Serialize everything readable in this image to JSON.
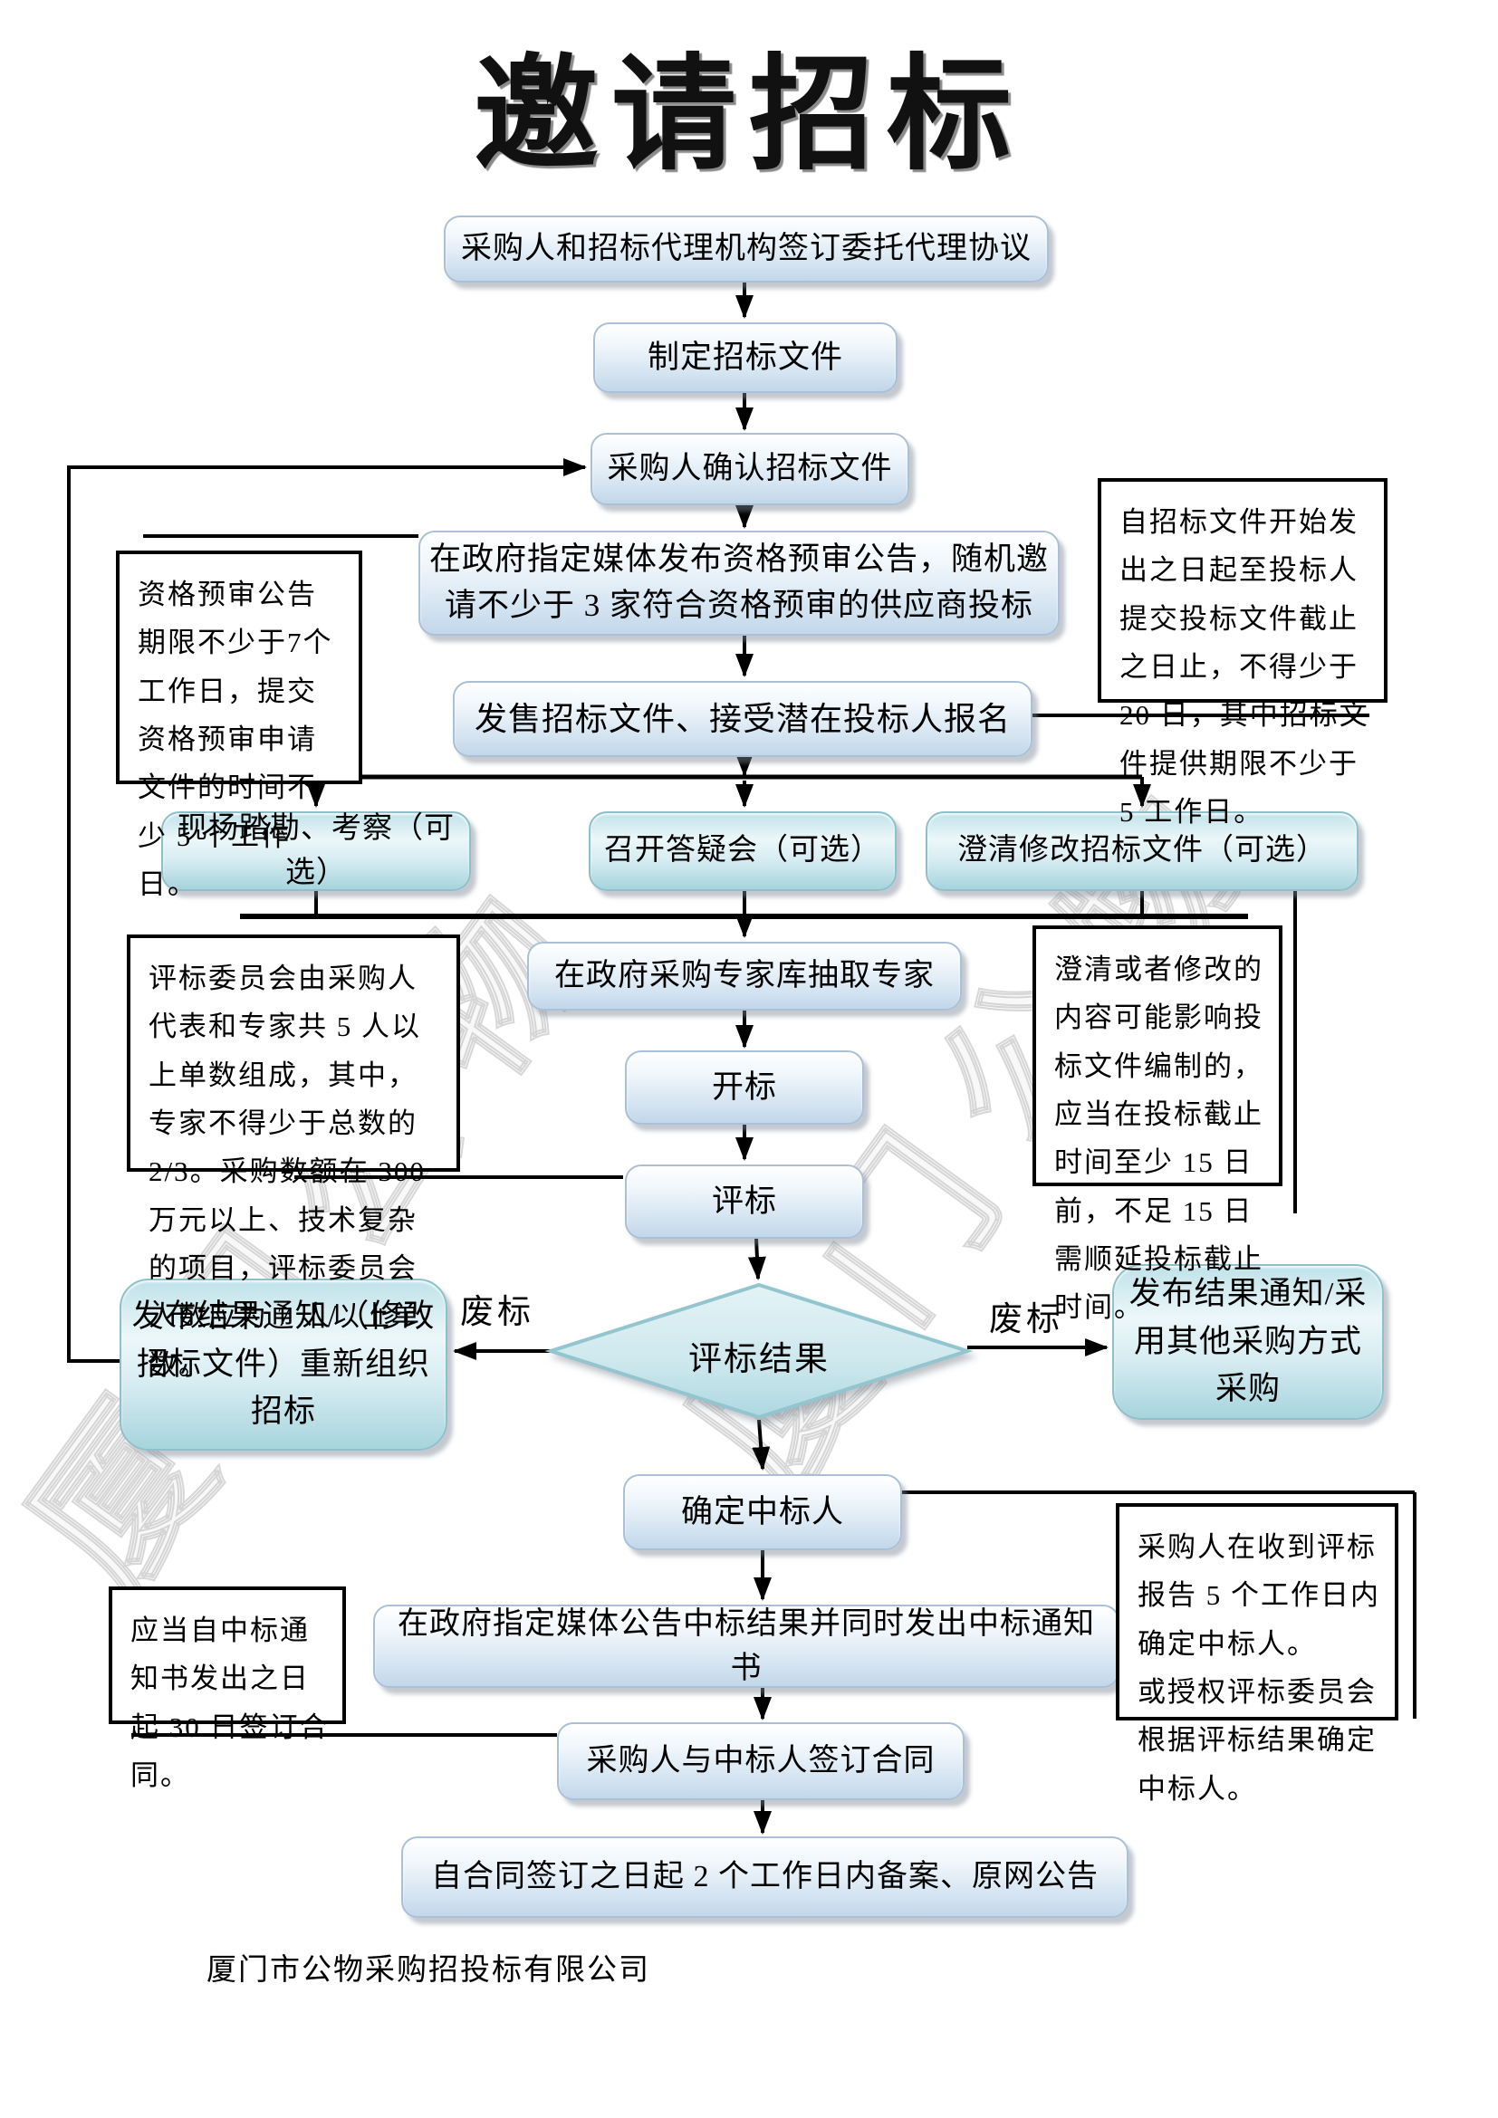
{
  "title": "邀请招标",
  "flow": {
    "step1": "采购人和招标代理机构签订委托代理协议",
    "step2": "制定招标文件",
    "step3": "采购人确认招标文件",
    "step4": "在政府指定媒体发布资格预审公告，随机邀请不少于 3 家符合资格预审的供应商投标",
    "step5": "发售招标文件、接受潜在投标人报名",
    "optional1": "现场踏勘、考察（可选）",
    "optional2": "召开答疑会（可选）",
    "optional3": "澄清修改招标文件（可选）",
    "step6": "在政府采购专家库抽取专家",
    "step7": "开标",
    "step8": "评标",
    "decision": "评标结果",
    "fail_left_label": "废标",
    "fail_right_label": "废标",
    "result_left": "发布结果通知/（修改招标文件）重新组织招标",
    "result_right": "发布结果通知/采用其他采购方式采购",
    "step9": "确定中标人",
    "step10": "在政府指定媒体公告中标结果并同时发出中标通知书",
    "step11": "采购人与中标人签订合同",
    "step12": "自合同签订之日起 2 个工作日内备案、原网公告"
  },
  "notes": {
    "prequal_period": "资格预审公告期限不少于7个工作日，提交资格预审申请文件的时间不少 5 个工作日。",
    "doc_period": "自招标文件开始发出之日起至投标人提交投标文件截止之日止，不得少于 20 日，其中招标文件提供期限不少于 5 工作日。",
    "committee": "评标委员会由采购人代表和专家共 5 人以上单数组成，其中，专家不得少于总数的 2/3。采购数额在 300 万元以上、技术复杂的项目，评标委员会人数应为 7 人以上单数。",
    "clarify": "澄清或者修改的内容可能影响投标文件编制的，应当在投标截止时间至少 15 日前，不足 15 日需顺延投标截止时间。",
    "contract_30": "应当自中标通知书发出之日起 30 日签订合同。",
    "award_5days": "采购人在收到评标报告 5 个工作日内确定中标人。\n或授权评标委员会根据评标结果确定中标人。"
  },
  "watermark": "厦门公物",
  "footer": "厦门市公物采购招投标有限公司",
  "colors": {
    "process_box_bottom": "#c2d7ea",
    "optional_box_bottom": "#a7d4dd",
    "note_border": "#000000",
    "connector": "#000000"
  }
}
